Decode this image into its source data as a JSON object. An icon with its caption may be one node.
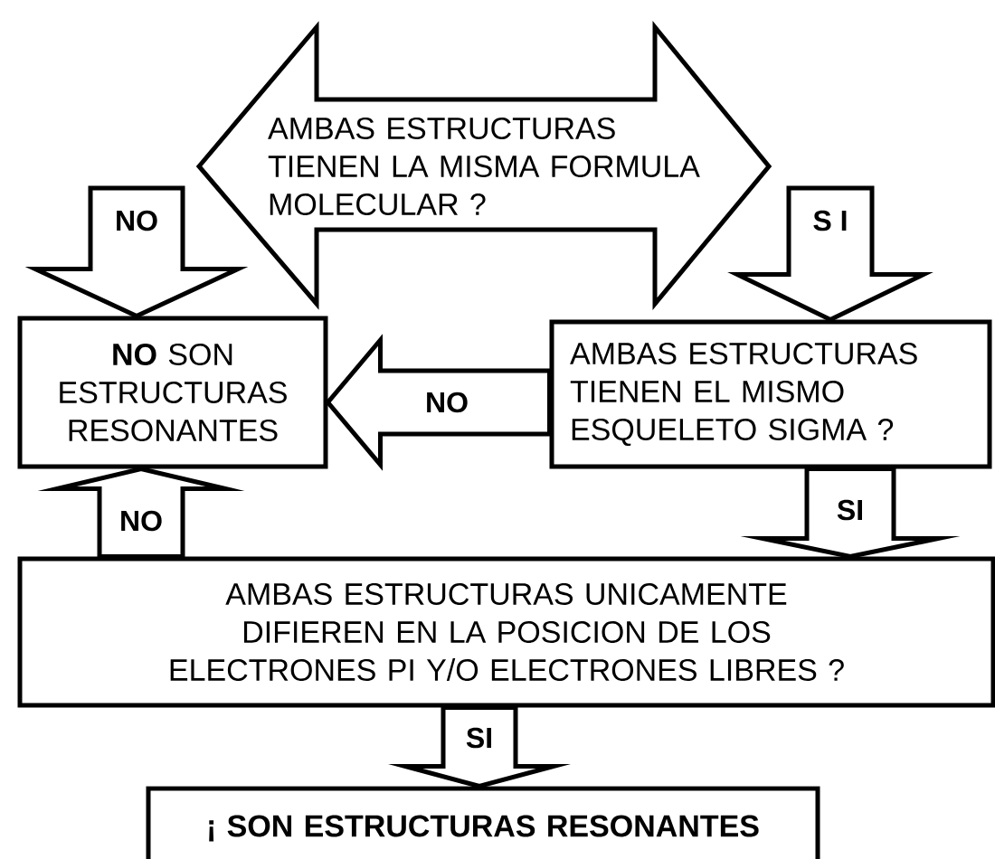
{
  "diagram": {
    "nodes": [
      {
        "text": [
          "AMBAS ESTRUCTURAS TIENEN LA MISMA FORMULA MOLECULAR ?"
        ]
      },
      {
        "text": [
          "**NO** SON ESTRUCTURAS RESONANTES"
        ]
      },
      {
        "text": [
          "AMBAS ESTRUCTURAS TIENEN EL MISMO ESQUELETO SIGMA ?"
        ]
      },
      {
        "text": [
          "AMBAS ESTRUCTURAS UNICAMENTE DIFIEREN EN LA POSICION DE LOS ELECTRONES PI Y/O ELECTRONES LIBRES ?"
        ]
      },
      {
        "text": [
          "¡ SON ESTRUCTURAS RESONANTES"
        ]
      }
    ],
    "edges": [
      {
        "from": 0,
        "to": 1,
        "arrow": "to",
        "label": "NO"
      },
      {
        "from": 0,
        "to": 2,
        "arrow": "to",
        "label": "S I"
      },
      {
        "from": 2,
        "to": 1,
        "arrow": "to",
        "label": "NO"
      },
      {
        "from": 2,
        "to": 3,
        "arrow": "to",
        "label": "SI"
      },
      {
        "from": 3,
        "to": 1,
        "arrow": "to",
        "label": "NO"
      },
      {
        "from": 3,
        "to": 4,
        "arrow": "to",
        "label": "SI"
      }
    ]
  }
}
